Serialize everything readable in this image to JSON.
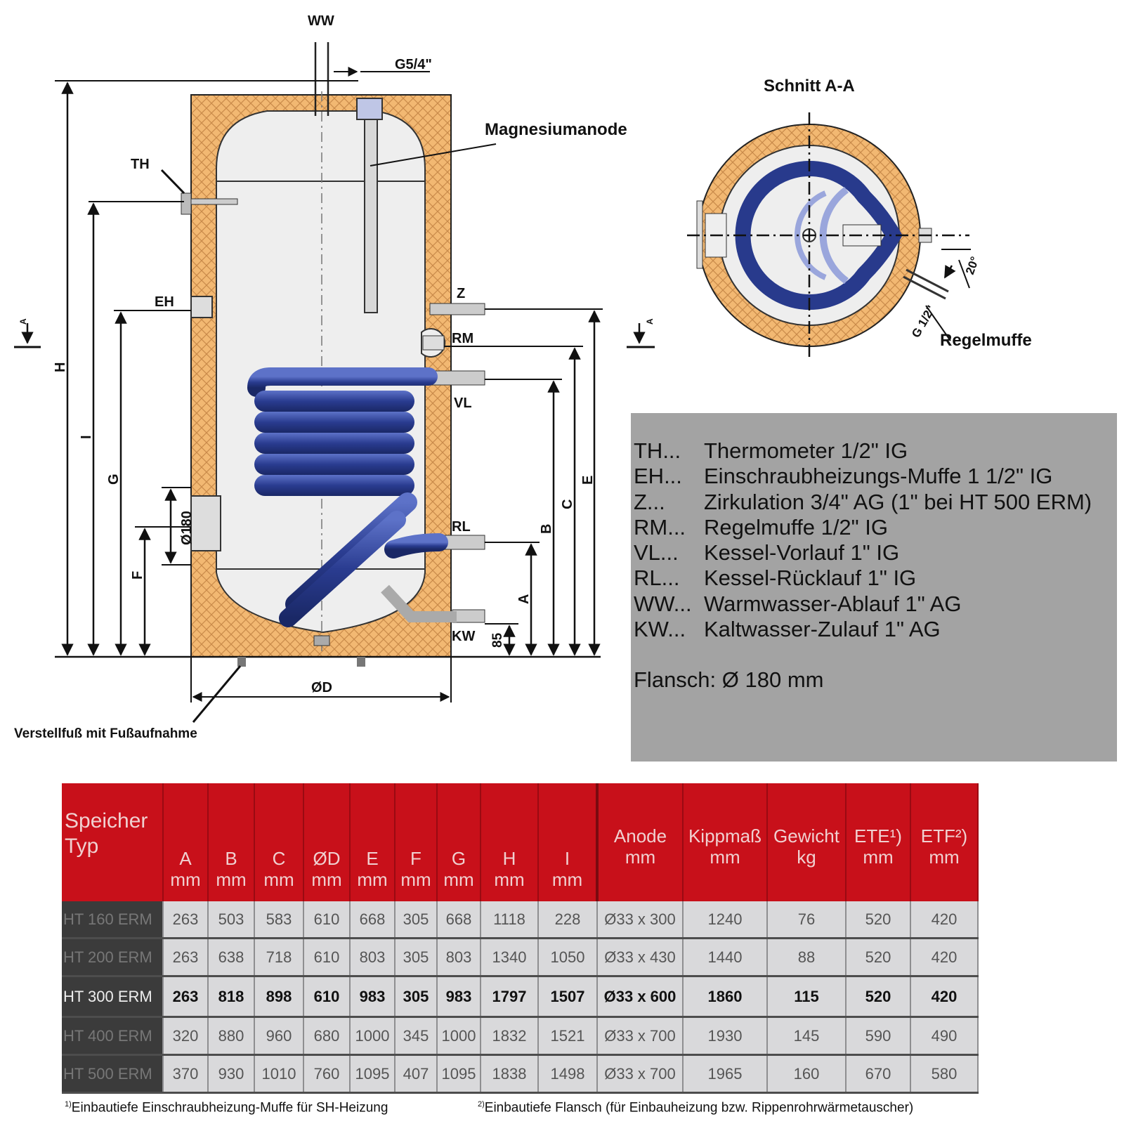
{
  "diagram": {
    "labels": {
      "ww_top": "WW",
      "g54": "G5/4\"",
      "magnesiumanode": "Magnesiumanode",
      "th": "TH",
      "eh": "EH",
      "z": "Z",
      "rm": "RM",
      "vl": "VL",
      "rl": "RL",
      "kw": "KW",
      "d180": "Ø180",
      "dim_85": "85",
      "od": "ØD",
      "foot": "Verstellfuß mit Fußaufnahme",
      "h": "H",
      "i": "I",
      "g": "G",
      "f": "F",
      "a": "A",
      "b": "B",
      "c": "C",
      "e": "E",
      "section_marker": "A"
    },
    "section": {
      "title": "Schnitt A-A",
      "angle": "20°",
      "g12": "G 1/2\"",
      "regelmuffe": "Regelmuffe"
    }
  },
  "legend": {
    "items": [
      {
        "code": "TH...",
        "text": "Thermometer 1/2\" IG"
      },
      {
        "code": "EH...",
        "text": "Einschraubheizungs-Muffe 1 1/2\" IG"
      },
      {
        "code": "Z...",
        "text": "Zirkulation 3/4\" AG (1\" bei HT 500 ERM)"
      },
      {
        "code": "RM...",
        "text": "Regelmuffe 1/2\" IG"
      },
      {
        "code": "VL...",
        "text": "Kessel-Vorlauf 1\" IG"
      },
      {
        "code": "RL...",
        "text": "Kessel-Rücklauf 1\" IG"
      },
      {
        "code": "WW...",
        "text": "Warmwasser-Ablauf 1\" AG"
      },
      {
        "code": "KW...",
        "text": "Kaltwasser-Zulauf 1\" AG"
      }
    ],
    "flange": "Flansch: Ø 180 mm"
  },
  "table": {
    "type_header": [
      "Speicher",
      "Typ"
    ],
    "headers": [
      [
        "A",
        "mm"
      ],
      [
        "B",
        "mm"
      ],
      [
        "C",
        "mm"
      ],
      [
        "ØD",
        "mm"
      ],
      [
        "E",
        "mm"
      ],
      [
        "F",
        "mm"
      ],
      [
        "G",
        "mm"
      ],
      [
        "H",
        "mm"
      ],
      [
        "I",
        "mm"
      ],
      [
        "Anode",
        "mm"
      ],
      [
        "Kippmaß",
        "mm"
      ],
      [
        "Gewicht",
        "kg"
      ],
      [
        "ETE¹)",
        "mm"
      ],
      [
        "ETF²)",
        "mm"
      ]
    ],
    "rows": [
      {
        "name": "HT 160 ERM",
        "values": [
          "263",
          "503",
          "583",
          "610",
          "668",
          "305",
          "668",
          "1118",
          "228",
          "Ø33 x 300",
          "1240",
          "76",
          "520",
          "420"
        ]
      },
      {
        "name": "HT 200 ERM",
        "values": [
          "263",
          "638",
          "718",
          "610",
          "803",
          "305",
          "803",
          "1340",
          "1050",
          "Ø33 x 430",
          "1440",
          "88",
          "520",
          "420"
        ]
      },
      {
        "name": "HT 300 ERM",
        "values": [
          "263",
          "818",
          "898",
          "610",
          "983",
          "305",
          "983",
          "1797",
          "1507",
          "Ø33 x 600",
          "1860",
          "115",
          "520",
          "420"
        ]
      },
      {
        "name": "HT 400 ERM",
        "values": [
          "320",
          "880",
          "960",
          "680",
          "1000",
          "345",
          "1000",
          "1832",
          "1521",
          "Ø33 x 700",
          "1930",
          "145",
          "590",
          "490"
        ]
      },
      {
        "name": "HT 500 ERM",
        "values": [
          "370",
          "930",
          "1010",
          "760",
          "1095",
          "407",
          "1095",
          "1838",
          "1498",
          "Ø33 x 700",
          "1965",
          "160",
          "670",
          "580"
        ]
      }
    ],
    "highlight_row": 2
  },
  "footnotes": {
    "note1_mark": "1)",
    "note1": "Einbautiefe Einschraubheizung-Muffe für SH-Heizung",
    "note2_mark": "2)",
    "note2": "Einbautiefe Flansch (für Einbauheizung bzw. Rippenrohrwärmetauscher)"
  },
  "colors": {
    "insulation": "#f2b872",
    "coil": "#283a8c",
    "table_header": "#c8101a",
    "legend_bg": "#a3a3a3"
  }
}
